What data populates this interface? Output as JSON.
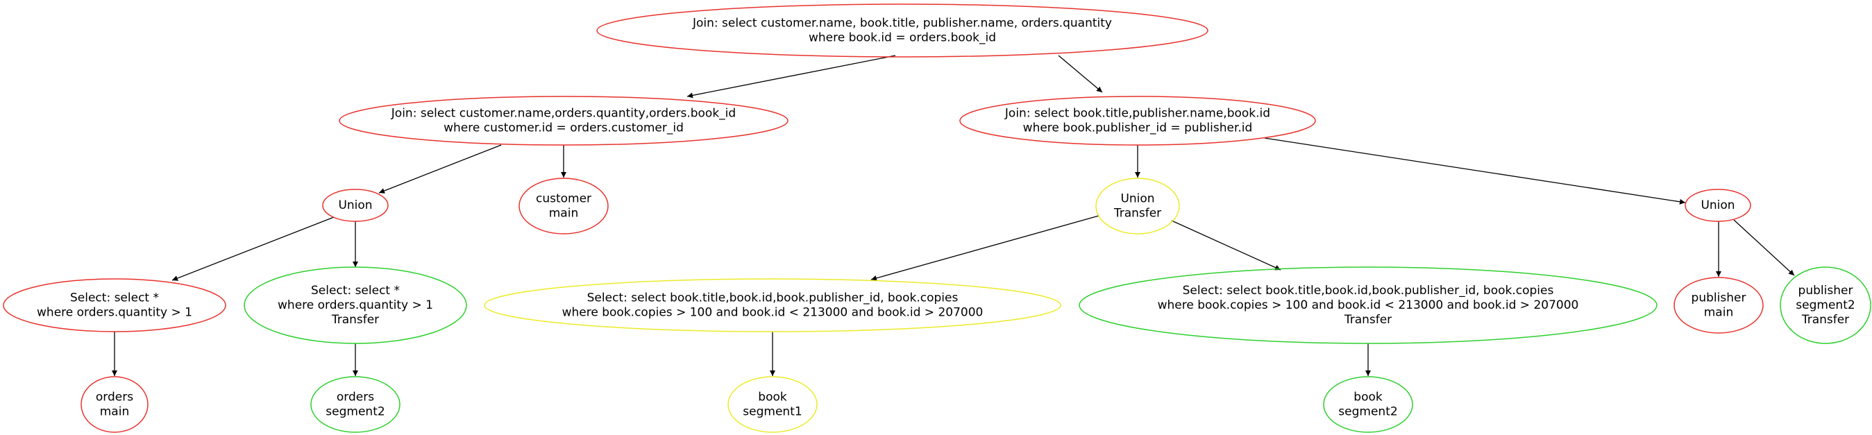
{
  "colors": {
    "red": "#e8322c",
    "green": "#2ed02e",
    "yellow": "#ecea2a",
    "edge": "#000000"
  },
  "nodes": [
    {
      "id": "root",
      "color": "red",
      "lines": [
        "Join: select customer.name, book.title, publisher.name, orders.quantity",
        "where   book.id = orders.book_id"
      ]
    },
    {
      "id": "join_left",
      "color": "red",
      "lines": [
        "Join: select customer.name,orders.quantity,orders.book_id",
        "where  customer.id = orders.customer_id"
      ]
    },
    {
      "id": "join_right",
      "color": "red",
      "lines": [
        "Join: select book.title,publisher.name,book.id",
        "where   book.publisher_id = publisher.id"
      ]
    },
    {
      "id": "union_orders",
      "color": "red",
      "lines": [
        "Union"
      ]
    },
    {
      "id": "customer_main",
      "color": "red",
      "lines": [
        "customer",
        "main"
      ]
    },
    {
      "id": "union_transfer",
      "color": "yellow",
      "lines": [
        "Union",
        "Transfer"
      ]
    },
    {
      "id": "union_publisher",
      "color": "red",
      "lines": [
        "Union"
      ]
    },
    {
      "id": "select_orders_main",
      "color": "red",
      "lines": [
        "Select: select *",
        "where   orders.quantity > 1"
      ]
    },
    {
      "id": "select_orders_seg2",
      "color": "green",
      "lines": [
        "Select: select *",
        "where   orders.quantity > 1",
        "Transfer"
      ]
    },
    {
      "id": "select_book_seg1",
      "color": "yellow",
      "lines": [
        "Select: select book.title,book.id,book.publisher_id, book.copies",
        "where   book.copies > 100 and    book.id < 213000 and    book.id > 207000"
      ]
    },
    {
      "id": "select_book_seg2",
      "color": "green",
      "lines": [
        "Select: select book.title,book.id,book.publisher_id, book.copies",
        "where   book.copies > 100 and    book.id < 213000 and    book.id > 207000",
        "Transfer"
      ]
    },
    {
      "id": "publisher_main",
      "color": "red",
      "lines": [
        "publisher",
        "main"
      ]
    },
    {
      "id": "publisher_seg2",
      "color": "green",
      "lines": [
        "publisher",
        "segment2",
        "Transfer"
      ]
    },
    {
      "id": "orders_main",
      "color": "red",
      "lines": [
        "orders",
        "main"
      ]
    },
    {
      "id": "orders_seg2",
      "color": "green",
      "lines": [
        "orders",
        "segment2"
      ]
    },
    {
      "id": "book_seg1",
      "color": "yellow",
      "lines": [
        "book",
        "segment1"
      ]
    },
    {
      "id": "book_seg2",
      "color": "green",
      "lines": [
        "book",
        "segment2"
      ]
    }
  ],
  "edges": [
    {
      "from": "root",
      "to": "join_left"
    },
    {
      "from": "root",
      "to": "join_right"
    },
    {
      "from": "join_left",
      "to": "union_orders"
    },
    {
      "from": "join_left",
      "to": "customer_main"
    },
    {
      "from": "join_right",
      "to": "union_transfer"
    },
    {
      "from": "join_right",
      "to": "union_publisher"
    },
    {
      "from": "union_orders",
      "to": "select_orders_main"
    },
    {
      "from": "union_orders",
      "to": "select_orders_seg2"
    },
    {
      "from": "union_transfer",
      "to": "select_book_seg1"
    },
    {
      "from": "union_transfer",
      "to": "select_book_seg2"
    },
    {
      "from": "union_publisher",
      "to": "publisher_main"
    },
    {
      "from": "union_publisher",
      "to": "publisher_seg2"
    },
    {
      "from": "select_orders_main",
      "to": "orders_main"
    },
    {
      "from": "select_orders_seg2",
      "to": "orders_seg2"
    },
    {
      "from": "select_book_seg1",
      "to": "book_seg1"
    },
    {
      "from": "select_book_seg2",
      "to": "book_seg2"
    }
  ]
}
